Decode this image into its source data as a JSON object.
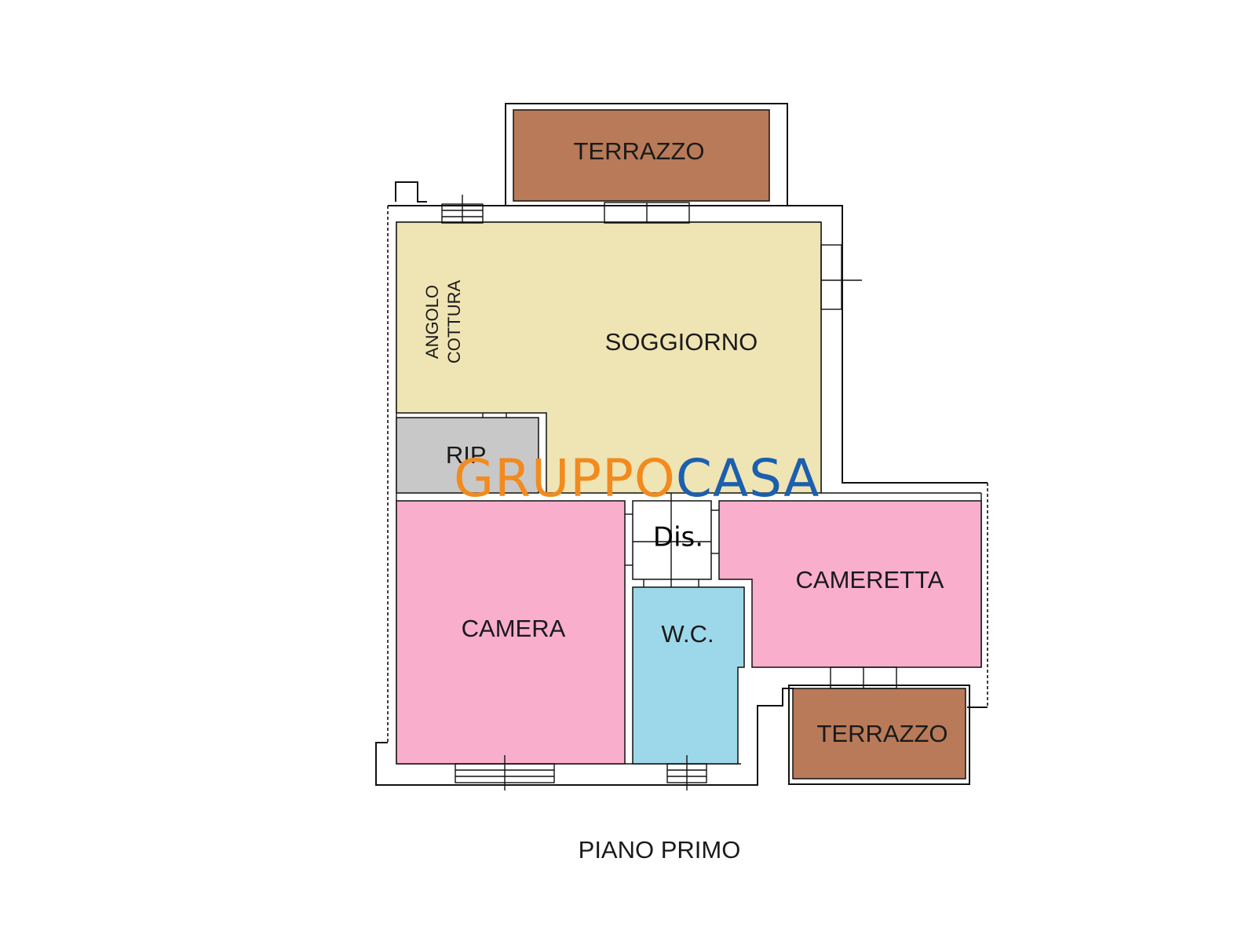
{
  "floor_plan": {
    "rooms": {
      "terrazzo_top": "TERRAZZO",
      "soggiorno": "SOGGIORNO",
      "angolo": "ANGOLO",
      "cottura": "COTTURA",
      "rip": "RIP.",
      "dis": "Dis.",
      "camera": "CAMERA",
      "wc": "W.C.",
      "cameretta": "CAMERETTA",
      "terrazzo_bottom": "TERRAZZO"
    },
    "floor_label": "PIANO PRIMO",
    "colors": {
      "terrace": "#b87a58",
      "living": "#efe4b3",
      "storage": "#c8c8c8",
      "bedroom": "#f9aecb",
      "bathroom": "#9dd8ea",
      "hall": "#ffffff"
    }
  },
  "watermark": {
    "part1": "GRUPPO",
    "part2": "CASA",
    "color1": "#f28a1e",
    "color2": "#1b5fae"
  }
}
